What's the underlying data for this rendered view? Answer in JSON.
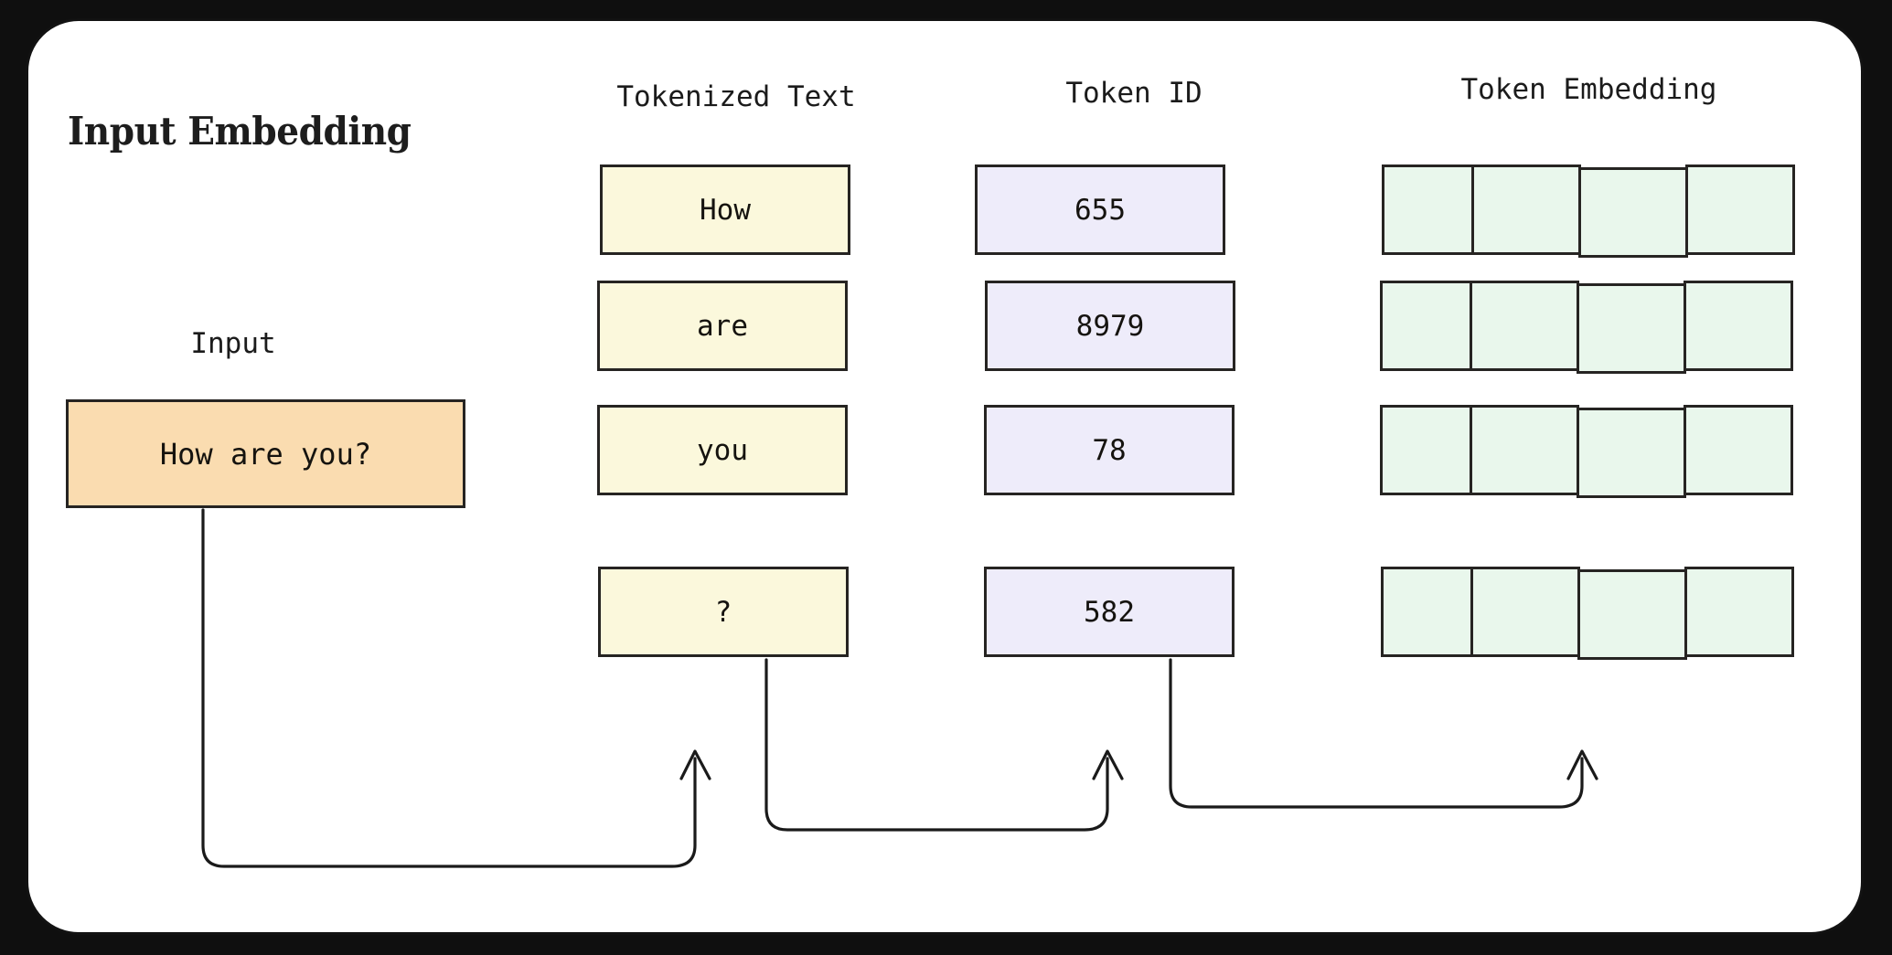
{
  "diagram": {
    "title": "Input Embedding",
    "frame": {
      "panel_bg": "#ffffff",
      "outer_bg": "#000000",
      "border_color": "#121212"
    },
    "headers": {
      "tokenized_text": "Tokenized Text",
      "token_id": "Token ID",
      "token_embedding": "Token Embedding"
    },
    "input": {
      "label": "Input",
      "value": "How are you?",
      "fill": "#fadcb0"
    },
    "colors": {
      "tokenized_fill": "#fbf8dc",
      "token_id_fill": "#eeecfa",
      "embedding_fill": "#e9f7ec",
      "stroke": "#262422"
    },
    "rows": [
      {
        "token": "How",
        "token_id": "655",
        "embedding_cells": 4
      },
      {
        "token": "are",
        "token_id": "8979",
        "embedding_cells": 4
      },
      {
        "token": "you",
        "token_id": "78",
        "embedding_cells": 4
      },
      {
        "token": "?",
        "token_id": "582",
        "embedding_cells": 4
      }
    ],
    "connectors": [
      {
        "from": "input-box",
        "to": "tokenized-text-column"
      },
      {
        "from": "tokenized-text-column",
        "to": "token-id-column"
      },
      {
        "from": "token-id-column",
        "to": "token-embedding-column"
      }
    ]
  }
}
